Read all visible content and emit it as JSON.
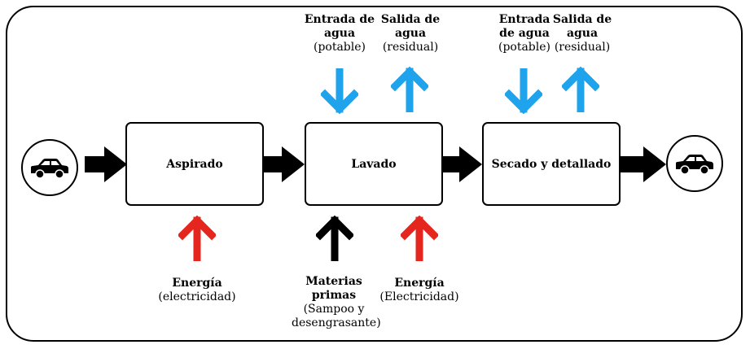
{
  "colors": {
    "water": "#1ea3ec",
    "energy": "#e5261e",
    "materials": "#000000"
  },
  "icons": {
    "start": "car-icon",
    "end": "car-icon"
  },
  "processes": [
    {
      "label": "Aspirado"
    },
    {
      "label": "Lavado"
    },
    {
      "label": "Secado y detallado"
    }
  ],
  "inputs_top": [
    {
      "bold": "Entrada de agua",
      "normal": "(potable)"
    },
    {
      "bold": "Salida de agua",
      "normal": "(residual)"
    },
    {
      "bold": "Entrada de agua",
      "normal": "(potable)"
    },
    {
      "bold": "Salida de agua",
      "normal": "(residual)"
    }
  ],
  "inputs_bottom": [
    {
      "bold": "Energía",
      "normal": "(electricidad)"
    },
    {
      "bold": "Materias primas",
      "normal": "(Sampoo y desengrasante)"
    },
    {
      "bold": "Energía",
      "normal": "(Electricidad)"
    }
  ]
}
